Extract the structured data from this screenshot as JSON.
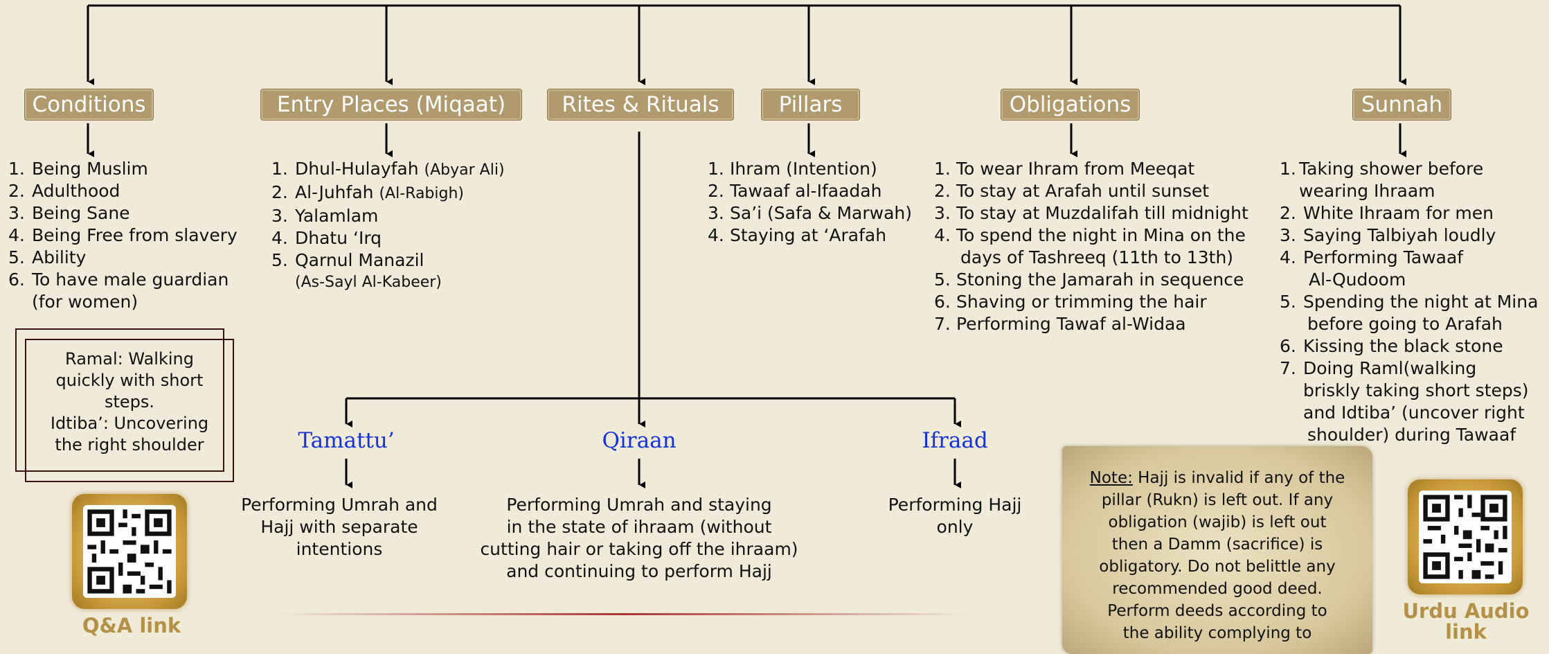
{
  "headers": {
    "conditions": "Conditions",
    "entry_places": "Entry Places (Miqaat)",
    "rites": "Rites & Rituals",
    "pillars": "Pillars",
    "obligations": "Obligations",
    "sunnah": "Sunnah"
  },
  "conditions": [
    {
      "n": "1.",
      "t": "Being Muslim"
    },
    {
      "n": "2.",
      "t": "Adulthood"
    },
    {
      "n": "3.",
      "t": "Being Sane"
    },
    {
      "n": "4.",
      "t": "Being Free from slavery"
    },
    {
      "n": "5.",
      "t": "Ability"
    },
    {
      "n": "6.",
      "t": "To have male guardian"
    }
  ],
  "conditions_cont": "(for women)",
  "miqaat": [
    {
      "n": "1.",
      "t": "Dhul-Hulayfah",
      "s": "(Abyar Ali)"
    },
    {
      "n": "2.",
      "t": "Al-Juhfah",
      "s": "(Al-Rabigh)"
    },
    {
      "n": "3.",
      "t": "Yalamlam",
      "s": ""
    },
    {
      "n": "4.",
      "t": "Dhatu ‘Irq",
      "s": ""
    },
    {
      "n": "5.",
      "t": "Qarnul Manazil",
      "s": ""
    }
  ],
  "miqaat_cont": "(As-Sayl Al-Kabeer)",
  "pillars": [
    {
      "n": "1.",
      "t": "Ihram (Intention)"
    },
    {
      "n": "2.",
      "t": "Tawaaf al-Ifaadah"
    },
    {
      "n": "3.",
      "t": "Sa’i (Safa & Marwah)"
    },
    {
      "n": "4.",
      "t": "Staying at ‘Arafah"
    }
  ],
  "obligations": [
    {
      "n": "1.",
      "t": "To wear Ihram from Meeqat",
      "c": ""
    },
    {
      "n": "2.",
      "t": "To stay at Arafah until sunset",
      "c": ""
    },
    {
      "n": "3.",
      "t": "To stay at Muzdalifah till midnight",
      "c": ""
    },
    {
      "n": "4.",
      "t": "To spend the night in Mina on the",
      "c": "days of Tashreeq (11th to 13th)"
    },
    {
      "n": "5.",
      "t": "Stoning the Jamarah in sequence",
      "c": ""
    },
    {
      "n": "6.",
      "t": "Shaving or trimming the hair",
      "c": ""
    },
    {
      "n": "7.",
      "t": "Performing Tawaf al-Widaa",
      "c": ""
    }
  ],
  "sunnah": [
    {
      "n": "1.",
      "t": "Taking shower before",
      "c": "wearing Ihraam"
    },
    {
      "n": "2.",
      "t": "White Ihraam for men",
      "c": ""
    },
    {
      "n": "3.",
      "t": "Saying Talbiyah loudly",
      "c": ""
    },
    {
      "n": "4.",
      "t": "Performing Tawaaf",
      "c": "Al-Qudoom"
    },
    {
      "n": "5.",
      "t": "Spending the night at Mina",
      "c": "before going to Arafah"
    },
    {
      "n": "6.",
      "t": "Kissing the black stone",
      "c": ""
    },
    {
      "n": "7.",
      "t": "Doing Raml(walking",
      "c": "briskly taking short steps)"
    }
  ],
  "sunnah_extra": [
    "and Idtiba’ (uncover right",
    "shoulder) during Tawaaf"
  ],
  "definitions": [
    "Ramal: Walking",
    "quickly  with short",
    "steps.",
    "Idtiba’: Uncovering",
    "the right shoulder"
  ],
  "hajj_types": [
    {
      "name": "Tamattu’",
      "desc": [
        "Performing Umrah and",
        "Hajj with separate",
        "intentions"
      ]
    },
    {
      "name": "Qiraan",
      "desc": [
        "Performing Umrah and staying",
        "in the state of ihraam (without",
        "cutting hair or taking off the ihraam)",
        "and continuing to perform Hajj"
      ]
    },
    {
      "name": "Ifraad",
      "desc": [
        "Performing Hajj",
        "only"
      ]
    }
  ],
  "note": {
    "label": "Note:",
    "first": " Hajj is invalid if any of the",
    "lines": [
      "pillar (Rukn) is left out. If any",
      "obligation (wajib) is left out",
      "then a Damm (sacrifice) is",
      "obligatory. Do not belittle any",
      "recommended good deed.",
      "Perform deeds according to",
      "the ability complying to"
    ]
  },
  "links": {
    "qa": "Q&A link",
    "urdu_line1": "Urdu Audio",
    "urdu_line2": "link"
  },
  "colors": {
    "header_bg": "#b09a6e",
    "type_title": "#1533d8",
    "link_gold": "#b39147",
    "background": "#f0ead9"
  }
}
